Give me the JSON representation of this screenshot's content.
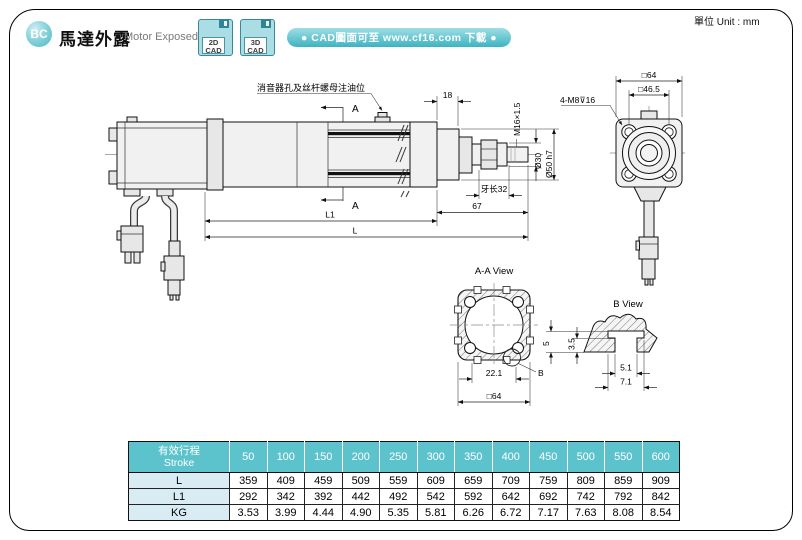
{
  "page": {
    "unit_label": "單位 Unit : mm",
    "accent_color": "#54bec9"
  },
  "header": {
    "badge": "BC",
    "title_zh": "馬達外露",
    "title_en": "Motor Exposed",
    "cad_buttons": [
      {
        "line1": "2D",
        "line2": "CAD"
      },
      {
        "line1": "3D",
        "line2": "CAD"
      }
    ],
    "banner": "● CAD圖面可至 www.cf16.com 下載 ●"
  },
  "drawing": {
    "main_view": {
      "oil_note": "消音器孔及丝杆螺母注油位",
      "section_label": "A",
      "dims": {
        "d18": "18",
        "thread": "M16×1.5",
        "dia30": "Ø30",
        "dia50": "Ø50 h7",
        "thread_len": "牙长32",
        "d67": "67",
        "l1": "L1",
        "l": "L"
      }
    },
    "right_view": {
      "sq64": "□64",
      "sq465": "□46.5",
      "bolt_note": "4-M8⊽16"
    },
    "aa_view": {
      "title": "A-A View",
      "d221": "22.1",
      "sq64": "□64",
      "b": "B"
    },
    "b_view": {
      "title": "B View",
      "d5": "5",
      "d35": "3.5",
      "d51": "5.1",
      "d71": "7.1"
    }
  },
  "table": {
    "header": {
      "zh": "有效行程",
      "en": "Stroke"
    },
    "strokes": [
      "50",
      "100",
      "150",
      "200",
      "250",
      "300",
      "350",
      "400",
      "450",
      "500",
      "550",
      "600"
    ],
    "rows": [
      {
        "label": "L",
        "values": [
          "359",
          "409",
          "459",
          "509",
          "559",
          "609",
          "659",
          "709",
          "759",
          "809",
          "859",
          "909"
        ]
      },
      {
        "label": "L1",
        "values": [
          "292",
          "342",
          "392",
          "442",
          "492",
          "542",
          "592",
          "642",
          "692",
          "742",
          "792",
          "842"
        ]
      },
      {
        "label": "KG",
        "values": [
          "3.53",
          "3.99",
          "4.44",
          "4.90",
          "5.35",
          "5.81",
          "6.26",
          "6.72",
          "7.17",
          "7.63",
          "8.08",
          "8.54"
        ]
      }
    ],
    "colors": {
      "header_bg": "#5cc3cd",
      "label_bg": "#d9ecf3"
    }
  }
}
